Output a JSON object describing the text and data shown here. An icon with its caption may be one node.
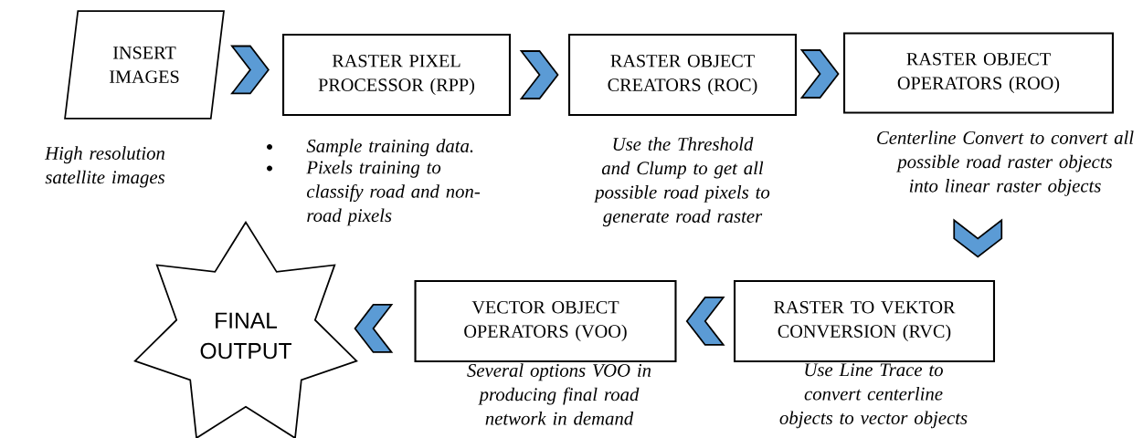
{
  "diagram": {
    "nodes": [
      {
        "text": [
          "INSERT IMAGES"
        ],
        "beside": [
          "High resolution satellite images"
        ]
      },
      {
        "text": [
          "RASTER PIXEL PROCESSOR (RPP)"
        ],
        "beside": [
          "Sample training data.",
          "Pixels training to classify road and non-road pixels"
        ]
      },
      {
        "text": [
          "RASTER OBJECT CREATORS (ROC)"
        ],
        "beside": [
          "Use the Threshold and Clump to get all possible road pixels to generate road raster"
        ]
      },
      {
        "text": [
          "RASTER OBJECT OPERATORS (ROO)"
        ],
        "beside": [
          "Centerline Convert to convert all possible road raster objects into linear raster objects"
        ]
      },
      {
        "text": [
          "RASTER TO VEKTOR CONVERSION (RVC)"
        ],
        "beside": [
          "Use Line Trace to convert centerline objects to vector objects"
        ]
      },
      {
        "text": [
          "VECTOR OBJECT OPERATORS (VOO)"
        ],
        "beside": [
          "Several options VOO in producing final road network in demand"
        ]
      },
      {
        "text": [
          "FINAL OUTPUT"
        ]
      }
    ],
    "edges": [
      {
        "from": 0,
        "to": 1,
        "arrow": "to"
      },
      {
        "from": 1,
        "to": 2,
        "arrow": "to"
      },
      {
        "from": 2,
        "to": 3,
        "arrow": "to"
      },
      {
        "from": 3,
        "to": 4,
        "arrow": "to"
      },
      {
        "from": 4,
        "to": 5,
        "arrow": "to"
      },
      {
        "from": 5,
        "to": 6,
        "arrow": "to"
      }
    ]
  }
}
